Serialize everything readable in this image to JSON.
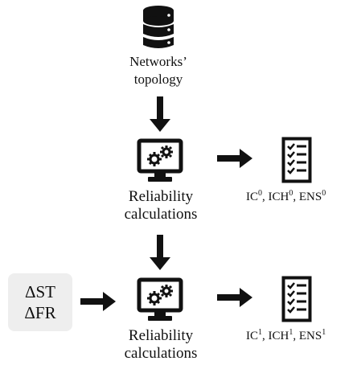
{
  "diagram": {
    "input": {
      "icon": "database-icon",
      "label_line1": "Networks’",
      "label_line2": "topology"
    },
    "step1": {
      "icon": "computer-gears-icon",
      "label_line1": "Reliability",
      "label_line2": "calculations",
      "output": {
        "icon": "checklist-icon",
        "items": [
          "IC",
          "ICH",
          "ENS"
        ],
        "superscript": "0",
        "separator": ", "
      }
    },
    "step2": {
      "icon": "computer-gears-icon",
      "label_line1": "Reliability",
      "label_line2": "calculations",
      "output": {
        "icon": "checklist-icon",
        "items": [
          "IC",
          "ICH",
          "ENS"
        ],
        "superscript": "1",
        "separator": ", "
      }
    },
    "delta_inputs": {
      "line1": "ΔST",
      "line2": "ΔFR"
    }
  },
  "colors": {
    "icon": "#111111",
    "delta_box_bg": "#eeeeee"
  }
}
